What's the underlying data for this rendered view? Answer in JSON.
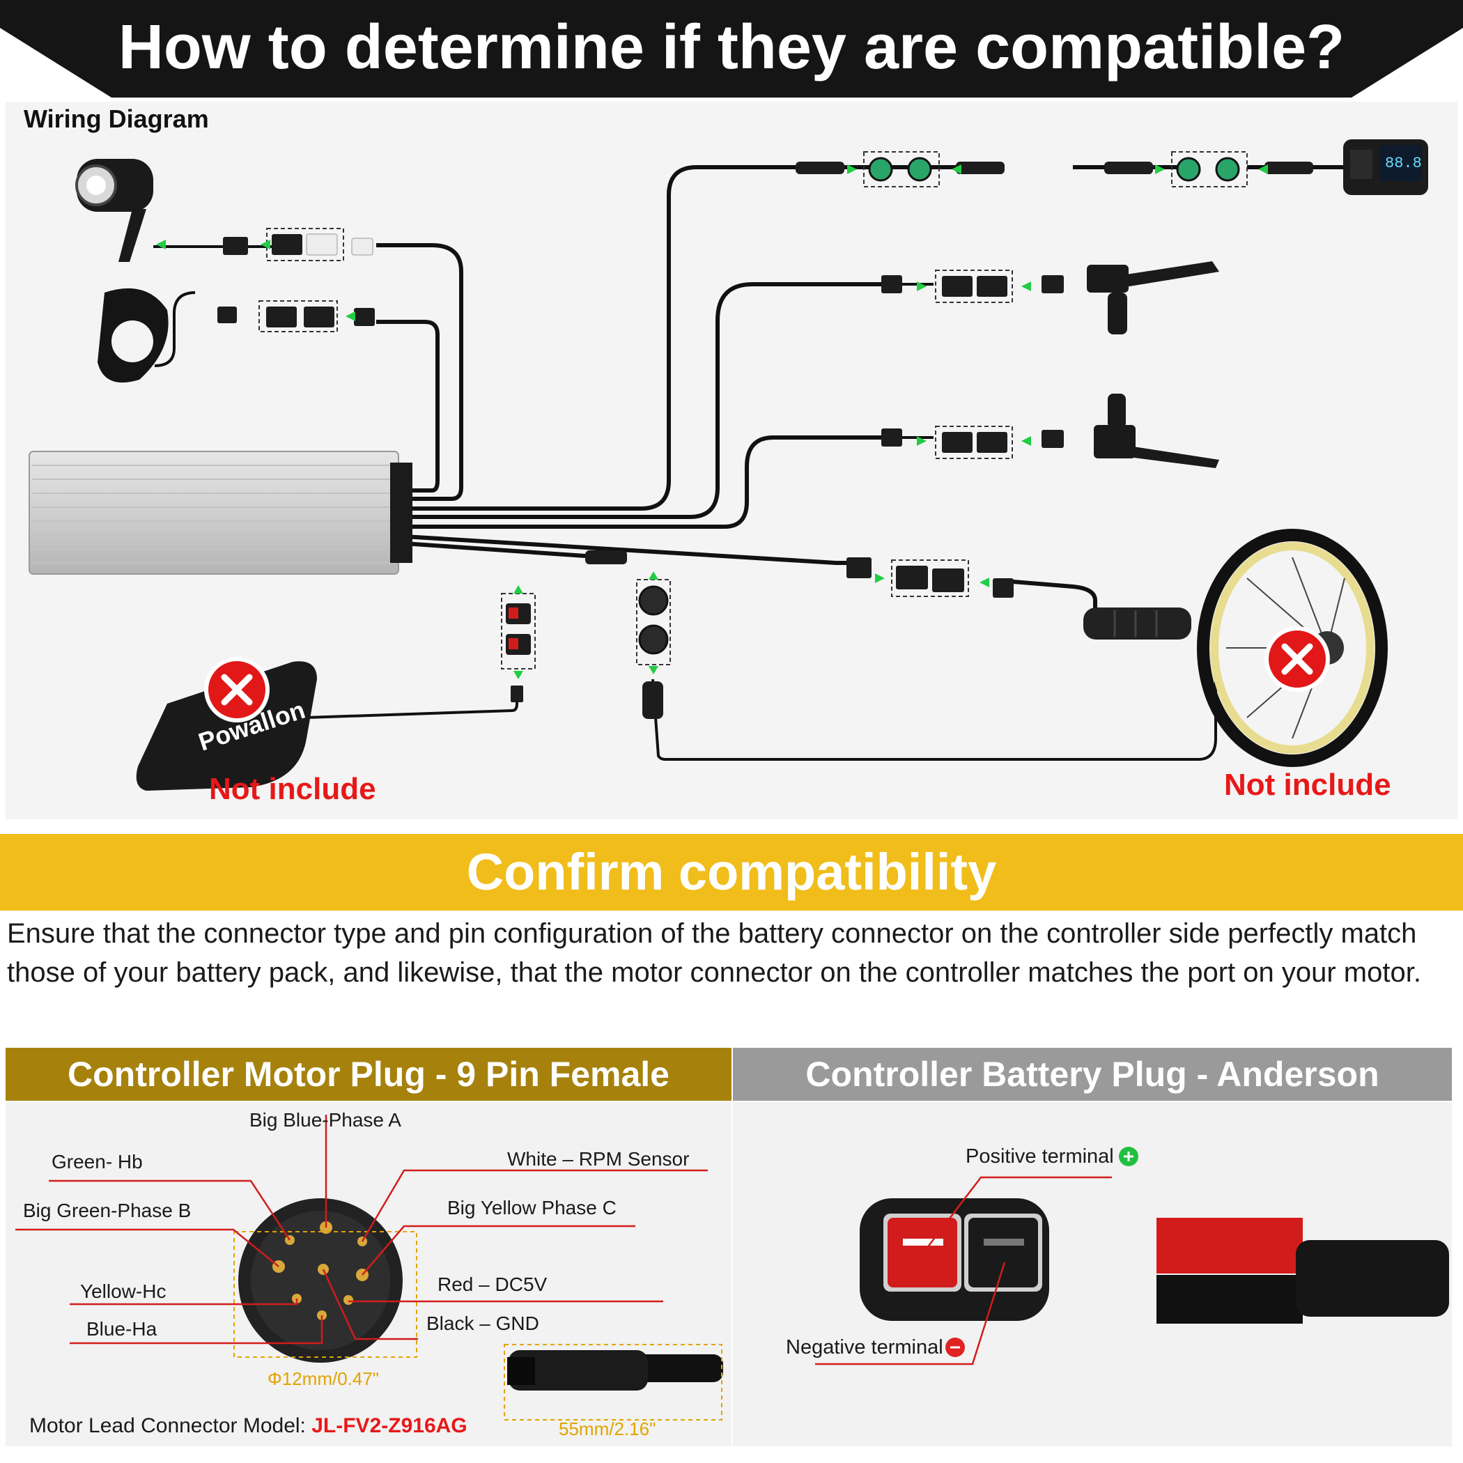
{
  "header": {
    "title": "How to determine if they are compatible?"
  },
  "wiring": {
    "label": "Wiring Diagram",
    "battery_brand": "Powallon",
    "not_include_left": "Not include",
    "not_include_right": "Not include"
  },
  "confirm": {
    "title": "Confirm compatibility",
    "body": "Ensure that the connector type and pin configuration of the battery connector on the controller side perfectly match those of your battery pack, and likewise, that the motor connector on the controller matches the port on your motor."
  },
  "motor_plug": {
    "title": "Controller Motor Plug - 9 Pin Female",
    "pins": {
      "big_blue": "Big Blue-Phase A",
      "green_hb": "Green- Hb",
      "white_rpm": "White – RPM Sensor",
      "big_green": "Big Green-Phase B",
      "big_yellow": "Big Yellow Phase C",
      "yellow_hc": "Yellow-Hc",
      "red_dc": "Red – DC5V",
      "blue_ha": "Blue-Ha",
      "black_gnd": "Black – GND"
    },
    "diameter": "Φ12mm/0.47\"",
    "length": "55mm/2.16\"",
    "model_label": "Motor Lead Connector Model: ",
    "model_value": "JL-FV2-Z916AG"
  },
  "battery_plug": {
    "title": "Controller Battery Plug - Anderson",
    "positive": "Positive terminal",
    "negative": "Negative terminal"
  },
  "colors": {
    "header_bg": "#151515",
    "yellow_band": "#f0bd1a",
    "motor_header": "#a6820d",
    "battery_header": "#9a9a9a",
    "accent_red": "#e81818",
    "connector_green": "#2aa56a",
    "arrow_green": "#22cc44"
  }
}
